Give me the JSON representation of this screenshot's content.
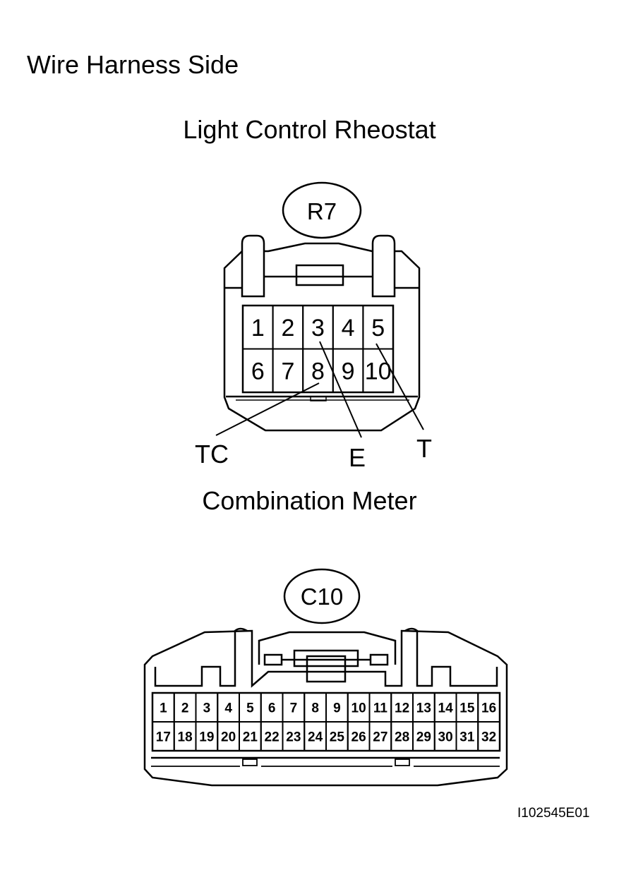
{
  "title": "Wire Harness Side",
  "connector_r7": {
    "name": "Light Control Rheostat",
    "id": "R7",
    "pins_top": [
      "1",
      "2",
      "3",
      "4",
      "5"
    ],
    "pins_bottom": [
      "6",
      "7",
      "8",
      "9",
      "10"
    ],
    "callouts": [
      {
        "label": "TC",
        "pin": "8"
      },
      {
        "label": "E",
        "pin": "3"
      },
      {
        "label": "T",
        "pin": "5"
      }
    ]
  },
  "connector_c10": {
    "name": "Combination Meter",
    "id": "C10",
    "pins_top": [
      "1",
      "2",
      "3",
      "4",
      "5",
      "6",
      "7",
      "8",
      "9",
      "10",
      "11",
      "12",
      "13",
      "14",
      "15",
      "16"
    ],
    "pins_bottom": [
      "17",
      "18",
      "19",
      "20",
      "21",
      "22",
      "23",
      "24",
      "25",
      "26",
      "27",
      "28",
      "29",
      "30",
      "31",
      "32"
    ]
  },
  "figure_code": "I102545E01"
}
